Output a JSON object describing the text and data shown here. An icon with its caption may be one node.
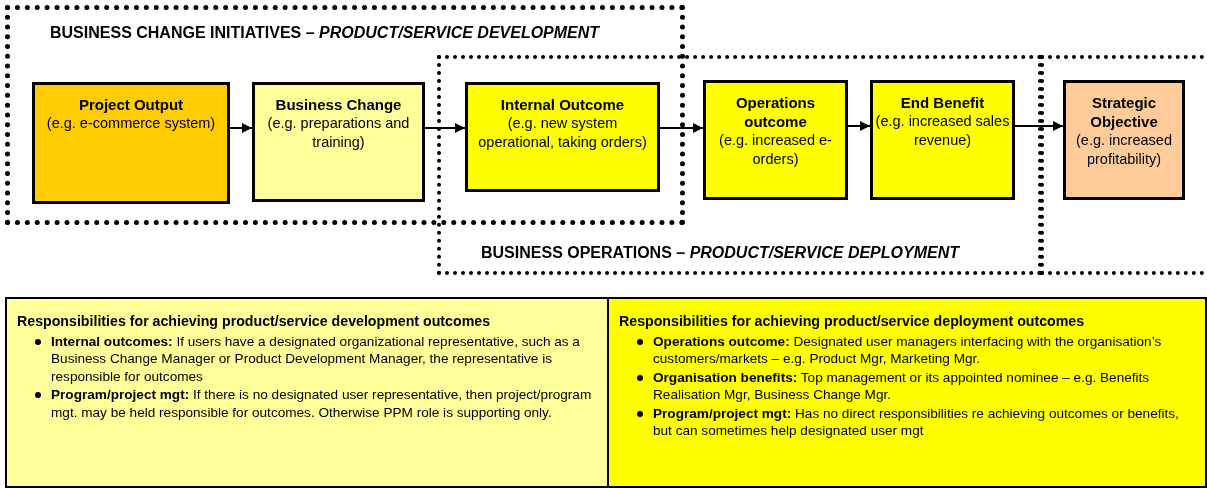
{
  "diagram": {
    "nodes": [
      {
        "text": [
          "BUSINESS CHANGE INITIATIVES – *PRODUCT/SERVICE DEVELOPMENT*"
        ]
      },
      {
        "text": [
          "BUSINESS OPERATIONS – *PRODUCT/SERVICE DEPLOYMENT*"
        ]
      },
      {
        "text": [],
        "shape": "box"
      },
      {
        "text": [
          "Project Output",
          "(e.g. e-commerce system)"
        ],
        "in": 0
      },
      {
        "text": [
          "Business Change",
          "(e.g. preparations and training)"
        ],
        "in": 0
      },
      {
        "text": [
          "Internal Outcome",
          "(e.g. new system operational, taking orders)"
        ]
      },
      {
        "text": [
          "Operations outcome",
          "(e.g. increased e-orders)"
        ],
        "in": 1
      },
      {
        "text": [
          "End Benefit",
          "(e.g. increased sales revenue)"
        ],
        "in": 1
      },
      {
        "text": [
          "Strategic Objective",
          "(e.g. increased profitability)"
        ],
        "in": 2
      },
      {
        "text": [
          "Responsibilities for achieving product/service development outcomes",
          "**Internal outcomes:** If users have a designated organizational representative, such as a Business Change Manager or Product Development Manager, the representative is responsible for outcomes",
          "**Program/project mgt:** If there is no designated user representative, then project/program mgt. may be held responsible for outcomes. Otherwise PPM role is supporting only."
        ]
      },
      {
        "text": [
          "Responsibilities for achieving product/service deployment outcomes",
          "**Operations outcome:** Designated user managers interfacing with the organisation’s customers/markets – e.g. Product Mgr, Marketing Mgr.",
          "**Organisation benefits:** Top management or its appointed nominee – e.g. Benefits Realisation Mgr, Business  Change Mgr.",
          "**Program/project mgt:** Has no direct responsibilities re achieving outcomes or benefits, but can sometimes help designated user mgt"
        ]
      }
    ],
    "edges": [
      {
        "from": 3,
        "to": 4,
        "arrow": "to"
      },
      {
        "from": 4,
        "to": 5,
        "arrow": "to"
      },
      {
        "from": 5,
        "to": 6,
        "arrow": "to"
      },
      {
        "from": 6,
        "to": 7,
        "arrow": "to"
      },
      {
        "from": 7,
        "to": 8,
        "arrow": "to"
      }
    ]
  }
}
